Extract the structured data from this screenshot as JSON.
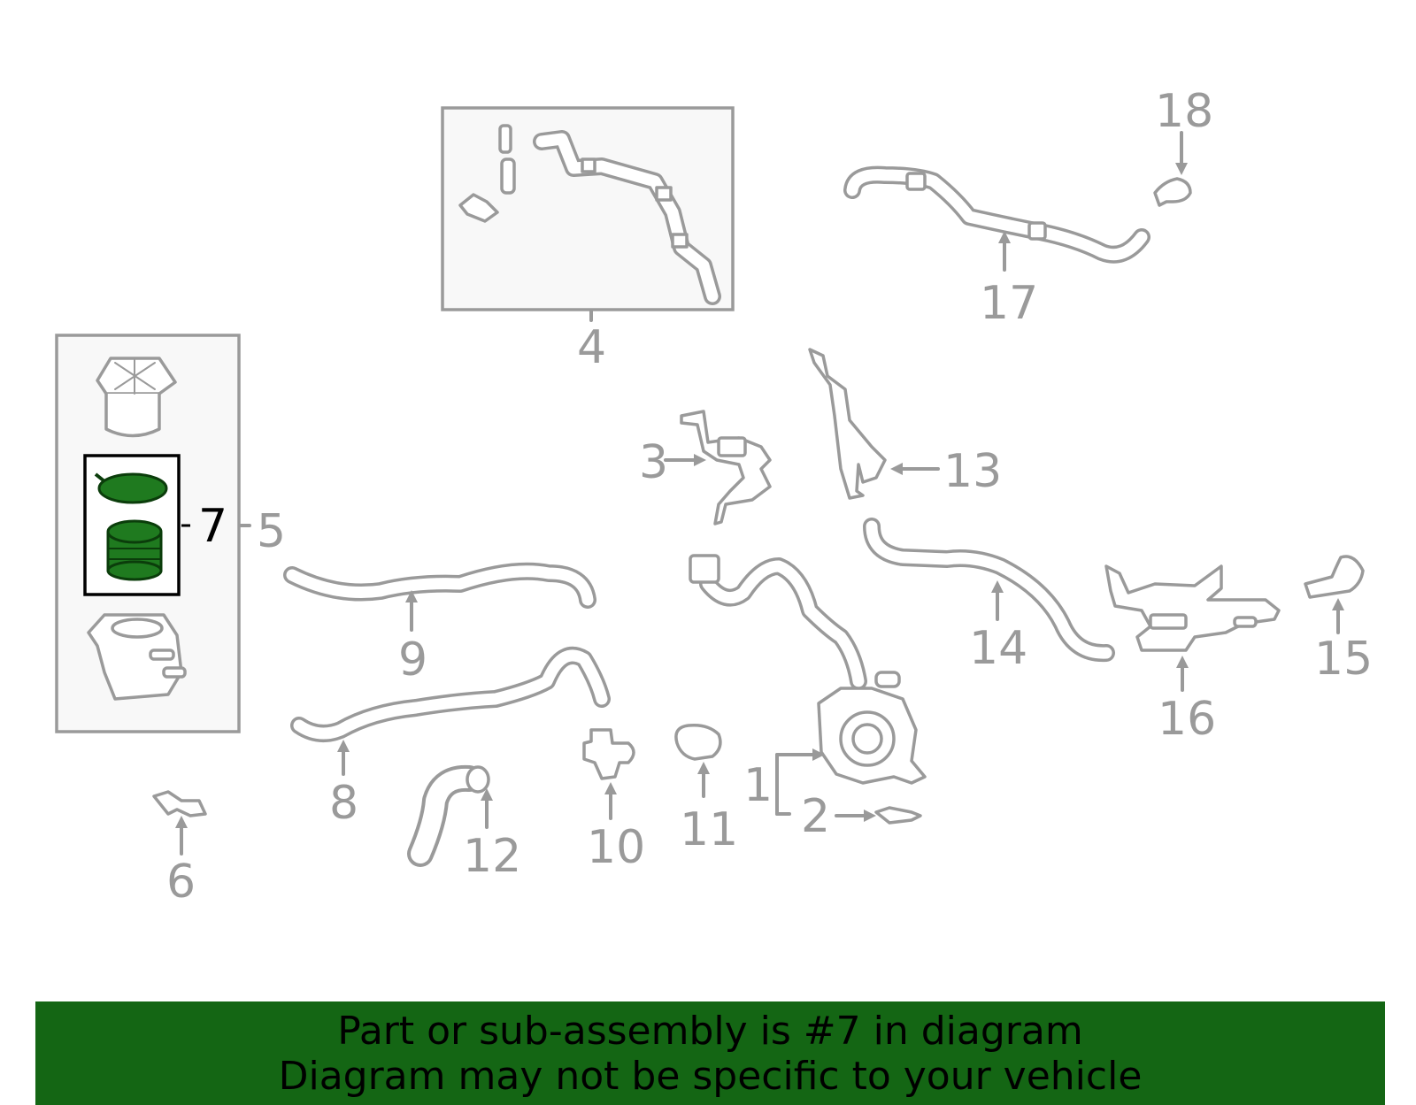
{
  "diagram": {
    "highlighted_part": "7",
    "callouts": [
      "1",
      "2",
      "3",
      "4",
      "5",
      "6",
      "7",
      "8",
      "9",
      "10",
      "11",
      "12",
      "13",
      "14",
      "15",
      "16",
      "17",
      "18"
    ],
    "colors": {
      "highlight": "#1f7a1f",
      "outline": "#9a9a9a",
      "banner": "#146614"
    }
  },
  "banner": {
    "line1": "Part or sub-assembly is #7 in diagram",
    "line2": "Diagram may not be specific to your vehicle"
  }
}
